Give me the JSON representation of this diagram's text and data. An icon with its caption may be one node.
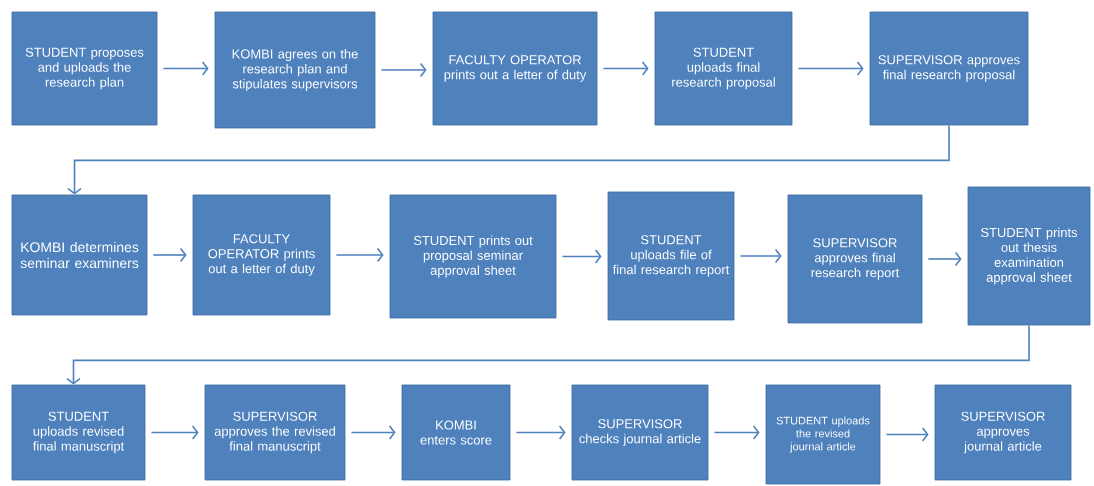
{
  "diagram": {
    "nodes": [
      {
        "text": [
          "STUDENT proposes and uploads the research plan"
        ]
      },
      {
        "text": [
          "KOMBI agrees on the research plan and stipulates supervisors"
        ]
      },
      {
        "text": [
          "FACULTY OPERATOR prints out a letter of duty"
        ]
      },
      {
        "text": [
          "STUDENT uploads final research proposal"
        ]
      },
      {
        "text": [
          "SUPERVISOR approves final research proposal"
        ]
      },
      {
        "text": [
          "KOMBI determines seminar examiners"
        ]
      },
      {
        "text": [
          "FACULTY OPERATOR prints out a letter of duty"
        ]
      },
      {
        "text": [
          "STUDENT prints out proposal seminar approval sheet"
        ]
      },
      {
        "text": [
          "STUDENT uploads file of final research report"
        ]
      },
      {
        "text": [
          "SUPERVISOR approves final research report"
        ]
      },
      {
        "text": [
          "STUDENT prints out thesis examination approval sheet"
        ]
      },
      {
        "text": [
          "STUDENT uploads revised final manuscript"
        ]
      },
      {
        "text": [
          "SUPERVISOR approves the revised final manuscript"
        ]
      },
      {
        "text": [
          "KOMBI enters score"
        ]
      },
      {
        "text": [
          "SUPERVISOR checks journal article"
        ]
      },
      {
        "text": [
          "STUDENT uploads the revised journal article"
        ]
      },
      {
        "text": [
          "SUPERVISOR approves journal article"
        ]
      }
    ],
    "edges": [
      {
        "from": 0,
        "to": 1,
        "arrow": "to"
      },
      {
        "from": 1,
        "to": 2,
        "arrow": "to"
      },
      {
        "from": 2,
        "to": 3,
        "arrow": "to"
      },
      {
        "from": 3,
        "to": 4,
        "arrow": "to"
      },
      {
        "from": 4,
        "to": 5,
        "arrow": "to"
      },
      {
        "from": 5,
        "to": 6,
        "arrow": "to"
      },
      {
        "from": 6,
        "to": 7,
        "arrow": "to"
      },
      {
        "from": 7,
        "to": 8,
        "arrow": "to"
      },
      {
        "from": 8,
        "to": 9,
        "arrow": "to"
      },
      {
        "from": 9,
        "to": 10,
        "arrow": "to"
      },
      {
        "from": 10,
        "to": 11,
        "arrow": "to"
      },
      {
        "from": 11,
        "to": 12,
        "arrow": "to"
      },
      {
        "from": 12,
        "to": 13,
        "arrow": "to"
      },
      {
        "from": 13,
        "to": 14,
        "arrow": "to"
      },
      {
        "from": 14,
        "to": 15,
        "arrow": "to"
      },
      {
        "from": 15,
        "to": 16,
        "arrow": "to"
      }
    ]
  }
}
